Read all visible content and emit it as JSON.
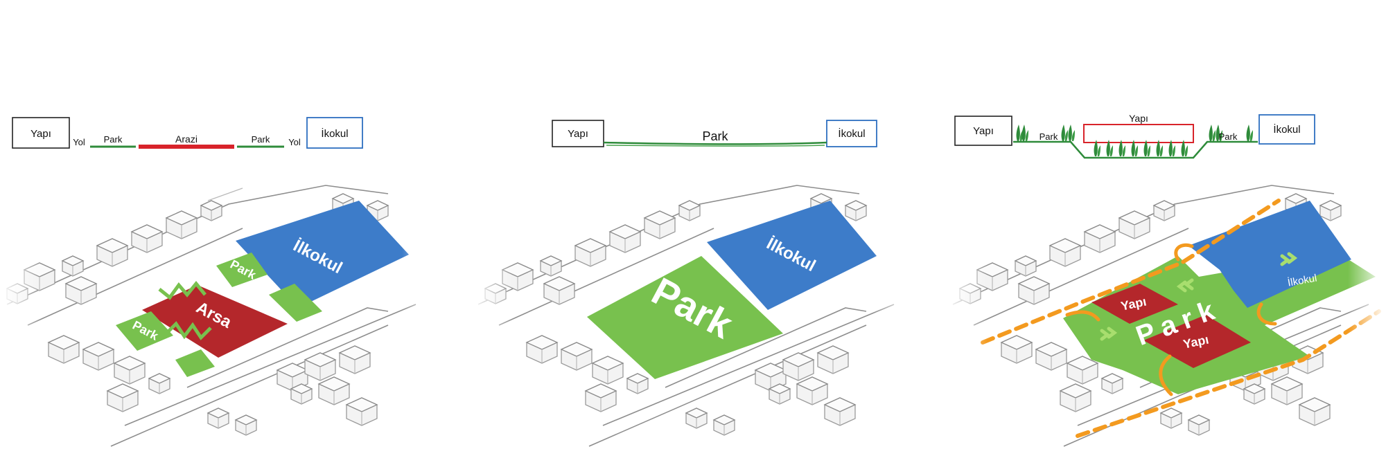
{
  "colors": {
    "school": "#3d7cc9",
    "park": "#78c14e",
    "plot": "#b4272b",
    "path": "#f39a1f",
    "grass_line": "#2e8b3a",
    "red_line": "#d8232a"
  },
  "panel1": {
    "section": {
      "yapi": "Yapı",
      "yol_left": "Yol",
      "park_left": "Park",
      "arazi": "Arazi",
      "park_right": "Park",
      "yol_right": "Yol",
      "ilkokul": "İkokul"
    },
    "map": {
      "ilkokul": "İlkokul",
      "arsa": "Arsa",
      "park_top": "Park",
      "park_bottom": "Park"
    }
  },
  "panel2": {
    "section": {
      "yapi": "Yapı",
      "park": "Park",
      "ilkokul": "İkokul"
    },
    "map": {
      "ilkokul": "İlkokul",
      "park": "Park"
    }
  },
  "panel3": {
    "section": {
      "yapi_left": "Yapı",
      "park_left": "Park",
      "yapi_center": "Yapı",
      "park_right": "Park",
      "ilkokul": "İkokul"
    },
    "map": {
      "yapi_top": "Yapı",
      "yapi_bottom": "Yapı",
      "park": "Park",
      "ilkokul": "İlkokul"
    }
  }
}
